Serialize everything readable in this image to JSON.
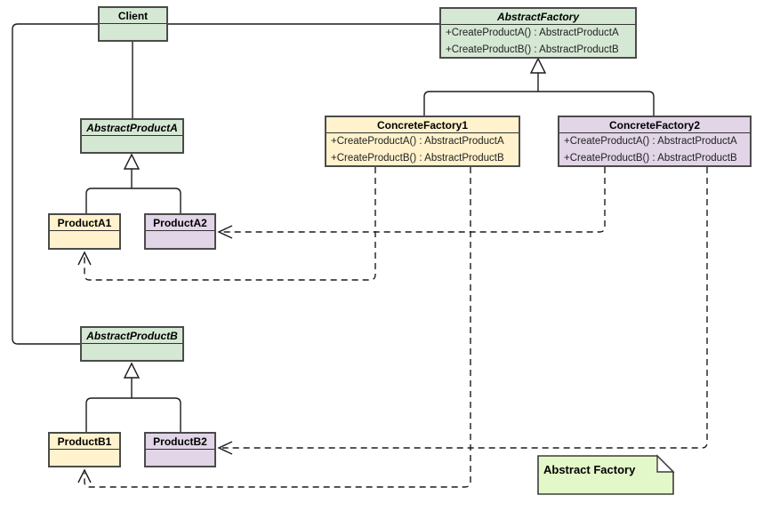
{
  "classes": {
    "client": {
      "title": "Client"
    },
    "abstract_factory": {
      "title": "AbstractFactory",
      "methods": [
        "+CreateProductA() : AbstractProductA",
        "+CreateProductB() : AbstractProductB"
      ]
    },
    "concrete_factory_1": {
      "title": "ConcreteFactory1",
      "methods": [
        "+CreateProductA() : AbstractProductA",
        "+CreateProductB() : AbstractProductB"
      ]
    },
    "concrete_factory_2": {
      "title": "ConcreteFactory2",
      "methods": [
        "+CreateProductA() : AbstractProductA",
        "+CreateProductB() : AbstractProductB"
      ]
    },
    "abstract_product_a": {
      "title": "AbstractProductA"
    },
    "product_a1": {
      "title": "ProductA1"
    },
    "product_a2": {
      "title": "ProductA2"
    },
    "abstract_product_b": {
      "title": "AbstractProductB"
    },
    "product_b1": {
      "title": "ProductB1"
    },
    "product_b2": {
      "title": "ProductB2"
    }
  },
  "note": {
    "text": "Abstract Factory"
  },
  "colors": {
    "abstract_fill": "#d5e8d4",
    "factory1_fill": "#fff2cc",
    "factory2_fill": "#e1d5e7",
    "note_fill": "#e3f8c9",
    "border": "#4b4b4b",
    "connector": "#1c1c1c"
  }
}
